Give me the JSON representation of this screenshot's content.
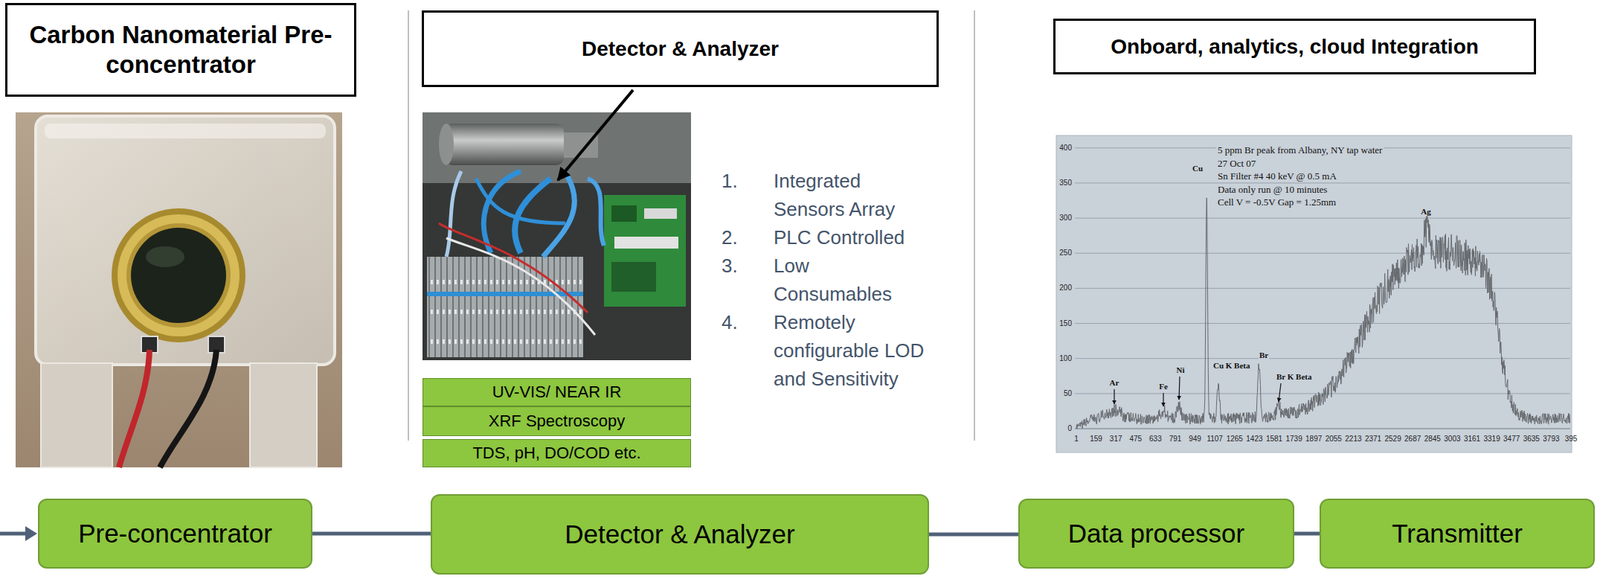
{
  "diagram": {
    "nodes": [
      {
        "text": [
          "Carbon Nanomaterial Pre-concentrator"
        ]
      },
      {
        "text": [
          "Detector & Analyzer"
        ]
      },
      {
        "text": [
          "UV-VIS/ NEAR IR"
        ]
      },
      {
        "text": [
          "XRF Spectroscopy"
        ]
      },
      {
        "text": [
          "TDS, pH, DO/COD etc."
        ]
      },
      {
        "text": [
          "Onboard, analytics, cloud Integration"
        ]
      },
      {
        "text": [
          "Pre-concentrator"
        ]
      },
      {
        "text": [
          "Detector & Analyzer"
        ]
      },
      {
        "text": [
          "Data processor"
        ]
      },
      {
        "text": [
          "Transmitter"
        ]
      }
    ],
    "edges": [
      {
        "from": 6,
        "to": 7,
        "arrow": "none"
      },
      {
        "from": 7,
        "to": 8,
        "arrow": "none"
      },
      {
        "from": 8,
        "to": 9,
        "arrow": "none"
      }
    ],
    "labels": [
      "1.",
      "Integrated Sensors Array",
      "2.",
      "PLC Controlled",
      "3.",
      "Low Consumables",
      "4.",
      "Remotely configurable LOD and Sensitivity",
      "5 ppm Br peak from Albany, NY tap water",
      "27 Oct 07",
      "Sn Filter #4 40 keV @ 0.5 mA",
      "Data only run @ 10 minutes",
      "Cell V = -0.5V Gap = 1.25mm",
      "Cu",
      "Ag",
      "Ar",
      "Fe",
      "Ni",
      "Cu K Beta",
      "Br",
      "Br K Beta",
      "400",
      "350",
      "300",
      "250",
      "200",
      "150",
      "100",
      "50",
      "0",
      "1",
      "159",
      "317",
      "475",
      "633",
      "791",
      "949",
      "1107",
      "1265",
      "1423",
      "1581",
      "1739",
      "1897",
      "2055",
      "2213",
      "2371",
      "2529",
      "2687",
      "2845",
      "3003",
      "3161",
      "3319",
      "3477",
      "3635",
      "3793",
      "395"
    ]
  }
}
